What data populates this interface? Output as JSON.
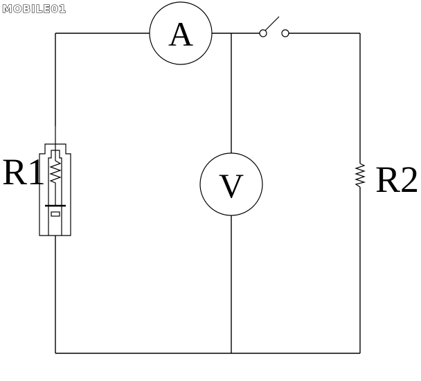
{
  "watermark": "MOBILE01",
  "components": {
    "ammeter": {
      "symbol": "A"
    },
    "voltmeter": {
      "symbol": "V"
    },
    "resistor_1": {
      "label": "R1"
    },
    "resistor_2": {
      "label": "R2"
    },
    "switch": {
      "state": "open"
    }
  }
}
